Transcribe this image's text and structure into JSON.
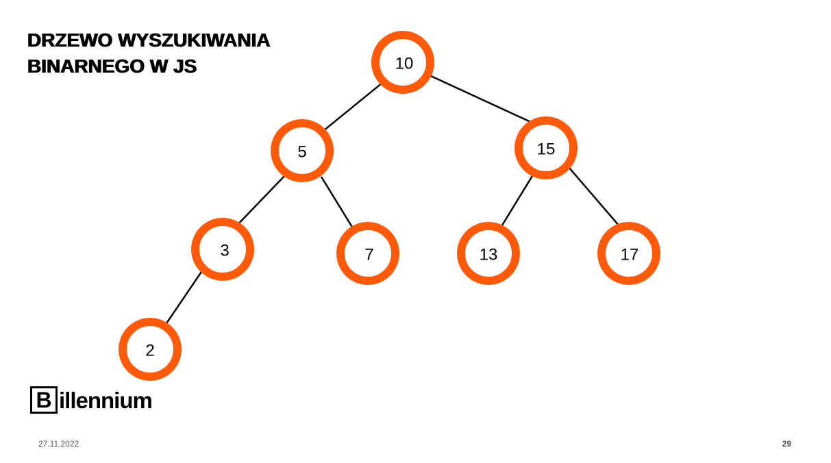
{
  "title": {
    "line1": "DRZEWO WYSZUKIWANIA",
    "line2": "BINARNEGO W JS"
  },
  "tree": {
    "nodes": [
      {
        "id": "n10",
        "label": "10"
      },
      {
        "id": "n5",
        "label": "5"
      },
      {
        "id": "n15",
        "label": "15"
      },
      {
        "id": "n3",
        "label": "3"
      },
      {
        "id": "n7",
        "label": "7"
      },
      {
        "id": "n13",
        "label": "13"
      },
      {
        "id": "n17",
        "label": "17"
      },
      {
        "id": "n2",
        "label": "2"
      }
    ],
    "edges": [
      {
        "from": "10",
        "to": "5"
      },
      {
        "from": "10",
        "to": "15"
      },
      {
        "from": "5",
        "to": "3"
      },
      {
        "from": "5",
        "to": "7"
      },
      {
        "from": "15",
        "to": "13"
      },
      {
        "from": "15",
        "to": "17"
      },
      {
        "from": "3",
        "to": "2"
      }
    ]
  },
  "colors": {
    "node_ring": "#ff5a0a",
    "edge": "#000000",
    "text": "#000000"
  },
  "logo": {
    "box_letter": "B",
    "text": "illennium"
  },
  "footer": {
    "date": "27.11.2022",
    "page": "29"
  }
}
